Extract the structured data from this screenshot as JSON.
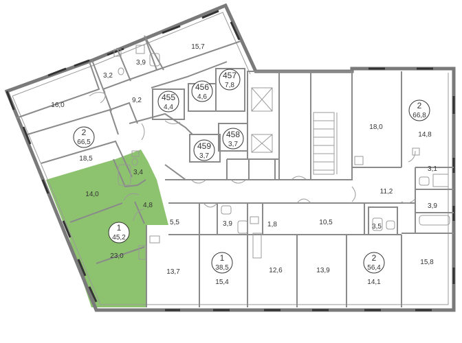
{
  "highlight_color": "#8dc26f",
  "apartments": [
    {
      "id": "apt-left-2",
      "rooms": "2",
      "total": "66,5"
    },
    {
      "id": "apt-highlight-1",
      "rooms": "1",
      "total": "45,2"
    },
    {
      "id": "apt-455",
      "rooms": "455",
      "total": "4,4"
    },
    {
      "id": "apt-456",
      "rooms": "456",
      "total": "4,6"
    },
    {
      "id": "apt-457",
      "rooms": "457",
      "total": "7,8"
    },
    {
      "id": "apt-458",
      "rooms": "458",
      "total": "3,7"
    },
    {
      "id": "apt-459",
      "rooms": "459",
      "total": "3,7"
    },
    {
      "id": "apt-right-2",
      "rooms": "2",
      "total": "66,8"
    },
    {
      "id": "apt-bottom-1",
      "rooms": "1",
      "total": "38,5"
    },
    {
      "id": "apt-bottom-2",
      "rooms": "2",
      "total": "56,4"
    }
  ],
  "room_areas": {
    "r15_7": "15,7",
    "r3_2": "3,2",
    "r3_9_top": "3,9",
    "r16_0": "16,0",
    "r9_2": "9,2",
    "r18_5": "18,5",
    "r3_4": "3,4",
    "r14_0": "14,0",
    "r4_8": "4,8",
    "r23_0": "23,0",
    "r18_0": "18,0",
    "r14_8": "14,8",
    "r3_1": "3,1",
    "r11_2": "11,2",
    "r3_9_right": "3,9",
    "r5_5": "5,5",
    "r3_9_mid": "3,9",
    "r1_8": "1,8",
    "r10_5": "10,5",
    "r3_5": "3,5",
    "r13_7": "13,7",
    "r15_4": "15,4",
    "r12_6": "12,6",
    "r13_9": "13,9",
    "r14_1": "14,1",
    "r15_8": "15,8"
  }
}
